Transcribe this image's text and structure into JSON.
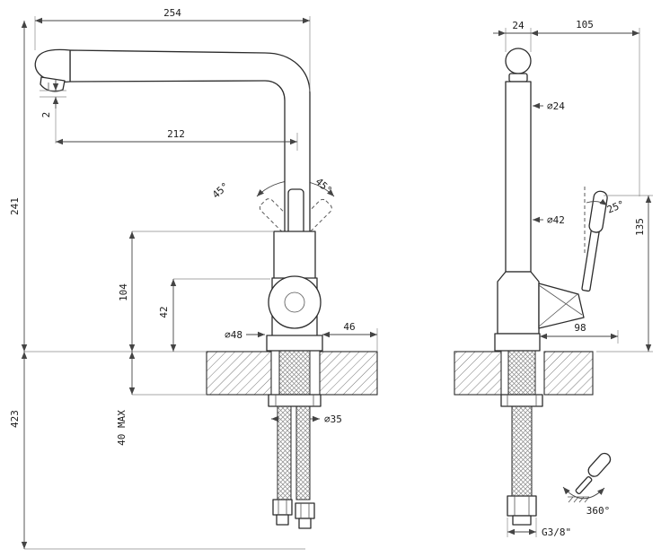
{
  "meta": {
    "title": "Kitchen mixer tap dimensional drawing"
  },
  "views": {
    "side": {
      "dims": {
        "overall_reach": "254",
        "nose_drop": "2",
        "spout_reach": "212",
        "height_above_deck": "241",
        "swivel_left": "45°",
        "swivel_right": "45°",
        "body_height": "104",
        "valve_height": "42",
        "base_dia": "⌀48",
        "base_offset": "46",
        "hole_dia": "⌀35",
        "deck_max": "40  MAX",
        "below_deck": "423"
      }
    },
    "front": {
      "dims": {
        "spout_width": "24",
        "handle_reach": "105",
        "spout_dia": "⌀24",
        "body_dia": "⌀42",
        "handle_angle": "25°",
        "handle_height": "135",
        "body_reach": "98",
        "swivel": "360°",
        "thread": "G3/8\""
      }
    }
  }
}
